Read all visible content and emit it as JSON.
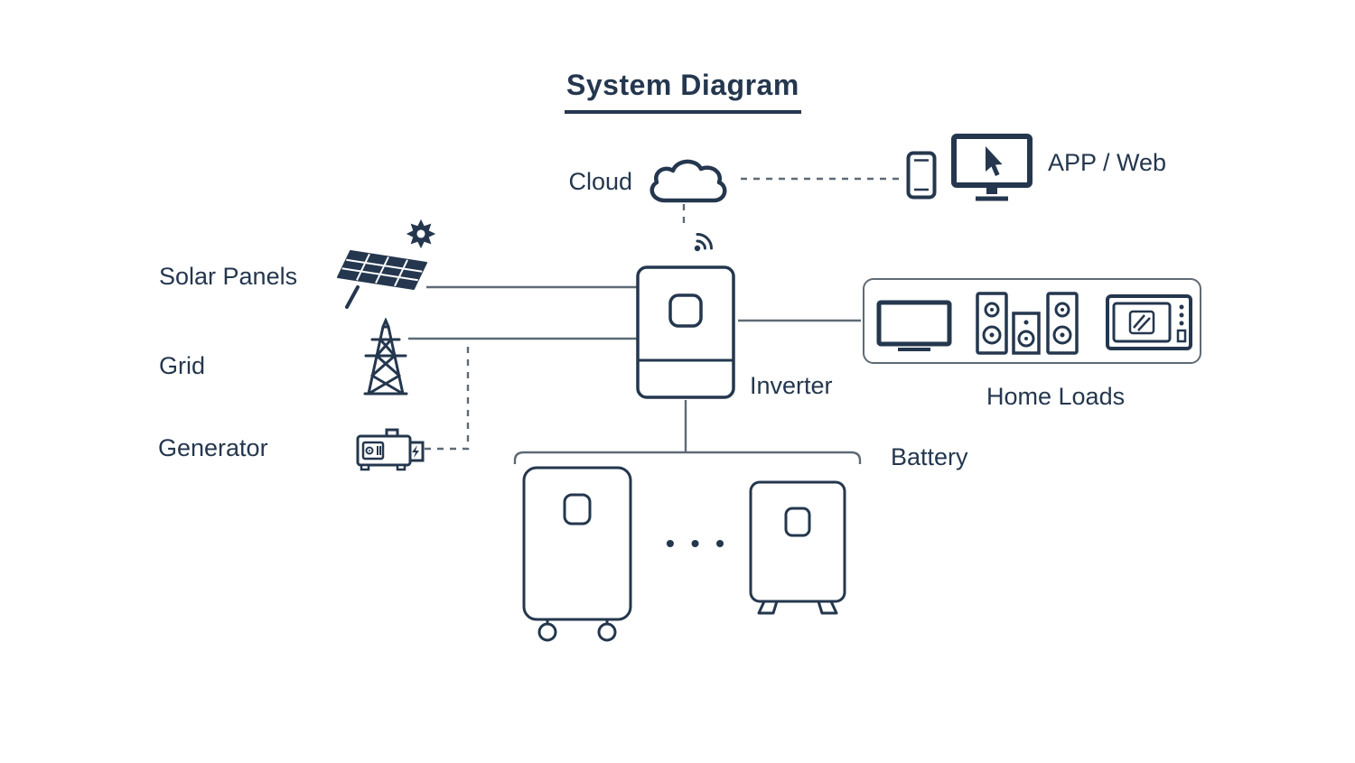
{
  "title": "System Diagram",
  "colors": {
    "ink": "#24374e",
    "line": "#5f6a75",
    "background": "#ffffff"
  },
  "nodes": {
    "cloud": {
      "label": "Cloud"
    },
    "app_web": {
      "label": "APP / Web"
    },
    "solar_panels": {
      "label": "Solar Panels"
    },
    "grid": {
      "label": "Grid"
    },
    "generator": {
      "label": "Generator"
    },
    "inverter": {
      "label": "Inverter"
    },
    "home_loads": {
      "label": "Home Loads"
    },
    "battery": {
      "label": "Battery"
    }
  },
  "decorations": {
    "battery_ellipsis": "• • •"
  },
  "icons": [
    "cloud-icon",
    "smartphone-icon",
    "monitor-cursor-icon",
    "wifi-signal-icon",
    "sun-icon",
    "solar-panel-icon",
    "transmission-tower-icon",
    "generator-icon",
    "inverter-icon",
    "tv-icon",
    "speakers-icon",
    "microwave-icon",
    "battery-wheeled-icon",
    "battery-standing-icon"
  ]
}
